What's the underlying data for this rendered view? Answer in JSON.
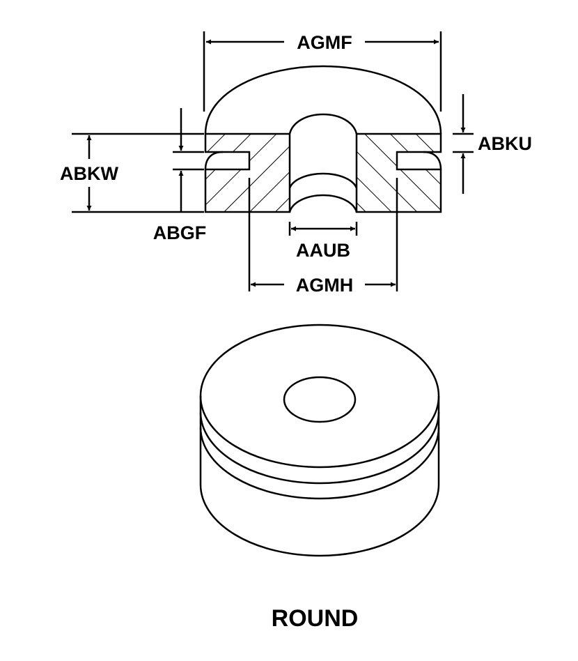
{
  "labels": {
    "agmf": "AGMF",
    "abku": "ABKU",
    "abkw": "ABKW",
    "abgf": "ABGF",
    "aaub": "AAUB",
    "agmh": "AGMH"
  },
  "caption": "ROUND",
  "colors": {
    "ink": "#000000",
    "background": "#ffffff"
  }
}
